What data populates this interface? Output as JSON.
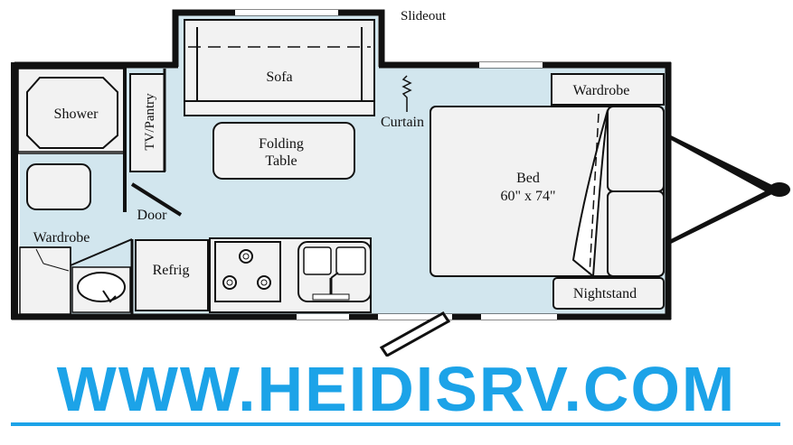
{
  "labels": {
    "slideout": "Slideout",
    "sofa": "Sofa",
    "shower": "Shower",
    "tv_pantry": "TV/Pantry",
    "curtain": "Curtain",
    "wardrobe_front": "Wardrobe",
    "folding_table_line1": "Folding",
    "folding_table_line2": "Table",
    "bed_line1": "Bed",
    "bed_line2": "60\" x 74\"",
    "door": "Door",
    "wardrobe_bath": "Wardrobe",
    "refrig": "Refrig",
    "nightstand": "Nightstand"
  },
  "banner": {
    "text": "WWW.HEIDISRV.COM"
  },
  "colors": {
    "floor": "#d2e6ee",
    "fixture": "#f2f2f2",
    "wall": "#111111",
    "banner": "#1ca3e8"
  }
}
